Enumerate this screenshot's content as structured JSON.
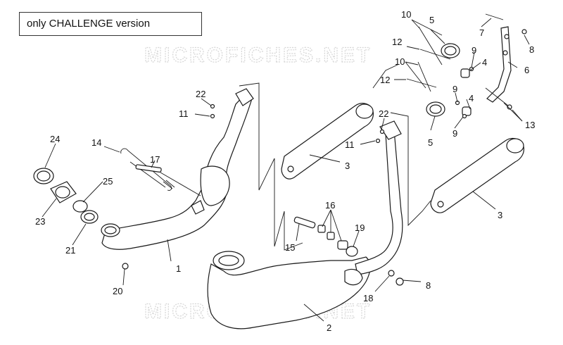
{
  "note": {
    "text": "only CHALLENGE version"
  },
  "watermark": {
    "text": "MICROFICHES.NET"
  },
  "colors": {
    "line": "#1a1a1a",
    "watermark": "#d6d6d6",
    "background": "#ffffff"
  },
  "callouts": [
    {
      "id": "c1",
      "text": "1"
    },
    {
      "id": "c2",
      "text": "2"
    },
    {
      "id": "c3a",
      "text": "3"
    },
    {
      "id": "c3b",
      "text": "3"
    },
    {
      "id": "c4a",
      "text": "4"
    },
    {
      "id": "c4b",
      "text": "4"
    },
    {
      "id": "c5a",
      "text": "5"
    },
    {
      "id": "c5b",
      "text": "5"
    },
    {
      "id": "c6",
      "text": "6"
    },
    {
      "id": "c7",
      "text": "7"
    },
    {
      "id": "c8a",
      "text": "8"
    },
    {
      "id": "c8b",
      "text": "8"
    },
    {
      "id": "c9a",
      "text": "9"
    },
    {
      "id": "c9b",
      "text": "9"
    },
    {
      "id": "c9c",
      "text": "9"
    },
    {
      "id": "c10a",
      "text": "10"
    },
    {
      "id": "c10b",
      "text": "10"
    },
    {
      "id": "c11a",
      "text": "11"
    },
    {
      "id": "c11b",
      "text": "11"
    },
    {
      "id": "c12a",
      "text": "12"
    },
    {
      "id": "c12b",
      "text": "12"
    },
    {
      "id": "c13",
      "text": "13"
    },
    {
      "id": "c14",
      "text": "14"
    },
    {
      "id": "c15",
      "text": "15"
    },
    {
      "id": "c16",
      "text": "16"
    },
    {
      "id": "c17",
      "text": "17"
    },
    {
      "id": "c18",
      "text": "18"
    },
    {
      "id": "c19",
      "text": "19"
    },
    {
      "id": "c20",
      "text": "20"
    },
    {
      "id": "c21",
      "text": "21"
    },
    {
      "id": "c22a",
      "text": "22"
    },
    {
      "id": "c22b",
      "text": "22"
    },
    {
      "id": "c23",
      "text": "23"
    },
    {
      "id": "c24",
      "text": "24"
    },
    {
      "id": "c25",
      "text": "25"
    }
  ]
}
